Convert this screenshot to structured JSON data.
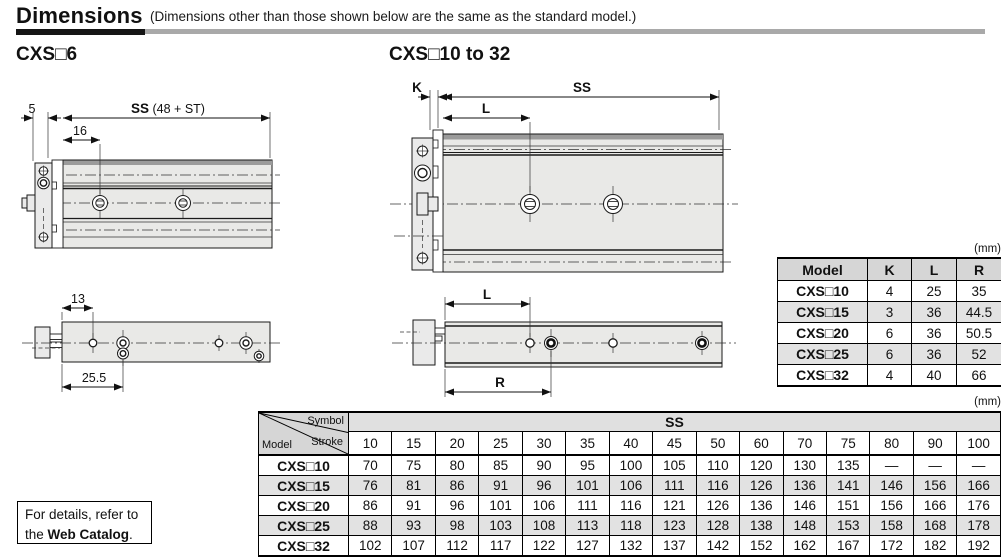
{
  "header": {
    "title": "Dimensions",
    "note": "(Dimensions other than those shown below are the same as the standard model.)"
  },
  "sections": {
    "left_title": "CXS□6",
    "right_title": "CXS□10 to 32"
  },
  "drawings": {
    "cxs6_top": {
      "dim_plate": "5",
      "dim_ss": "SS",
      "dim_ss_note": " (48 + ST)",
      "dim_hole_pitch": "16"
    },
    "cxs6_bottom": {
      "dim_hole": "13",
      "dim_pitch": "25.5"
    },
    "cxs10_top": {
      "dim_k": "K",
      "dim_ss": "SS",
      "dim_l": "L"
    },
    "cxs10_bottom": {
      "dim_l": "L",
      "dim_r": "R"
    }
  },
  "klr_table": {
    "unit": "(mm)",
    "headers": [
      "Model",
      "K",
      "L",
      "R"
    ],
    "rows": [
      {
        "model": "CXS□10",
        "k": "4",
        "l": "25",
        "r": "35"
      },
      {
        "model": "CXS□15",
        "k": "3",
        "l": "36",
        "r": "44.5"
      },
      {
        "model": "CXS□20",
        "k": "6",
        "l": "36",
        "r": "50.5"
      },
      {
        "model": "CXS□25",
        "k": "6",
        "l": "36",
        "r": "52"
      },
      {
        "model": "CXS□32",
        "k": "4",
        "l": "40",
        "r": "66"
      }
    ]
  },
  "ss_table": {
    "unit": "(mm)",
    "corner": {
      "symbol": "Symbol",
      "stroke": "Stroke",
      "model": "Model"
    },
    "group_header": "SS",
    "strokes": [
      "10",
      "15",
      "20",
      "25",
      "30",
      "35",
      "40",
      "45",
      "50",
      "60",
      "70",
      "75",
      "80",
      "90",
      "100"
    ],
    "rows": [
      {
        "model": "CXS□10",
        "values": [
          "70",
          "75",
          "80",
          "85",
          "90",
          "95",
          "100",
          "105",
          "110",
          "120",
          "130",
          "135",
          "—",
          "—",
          "—"
        ]
      },
      {
        "model": "CXS□15",
        "values": [
          "76",
          "81",
          "86",
          "91",
          "96",
          "101",
          "106",
          "111",
          "116",
          "126",
          "136",
          "141",
          "146",
          "156",
          "166"
        ]
      },
      {
        "model": "CXS□20",
        "values": [
          "86",
          "91",
          "96",
          "101",
          "106",
          "111",
          "116",
          "121",
          "126",
          "136",
          "146",
          "151",
          "156",
          "166",
          "176"
        ]
      },
      {
        "model": "CXS□25",
        "values": [
          "88",
          "93",
          "98",
          "103",
          "108",
          "113",
          "118",
          "123",
          "128",
          "138",
          "148",
          "153",
          "158",
          "168",
          "178"
        ]
      },
      {
        "model": "CXS□32",
        "values": [
          "102",
          "107",
          "112",
          "117",
          "122",
          "127",
          "132",
          "137",
          "142",
          "152",
          "162",
          "167",
          "172",
          "182",
          "192"
        ]
      }
    ]
  },
  "note_box": {
    "prefix": "For details, refer to the ",
    "bold": "Web Catalog",
    "suffix": "."
  }
}
